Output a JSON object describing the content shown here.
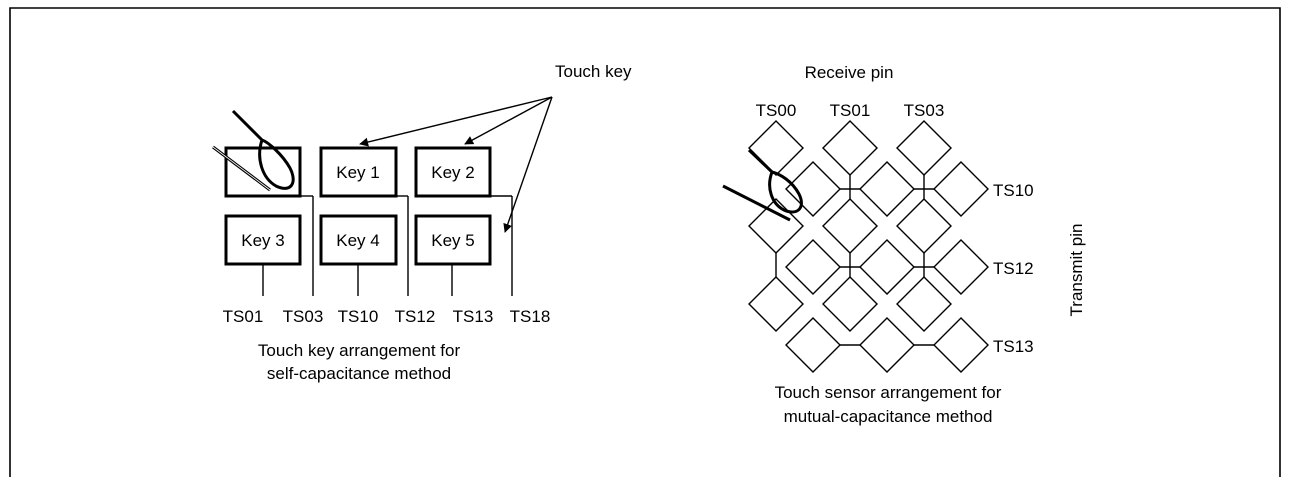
{
  "self_cap": {
    "touch_key_label": "Touch key",
    "keys": [
      "Key 1",
      "Key 2",
      "Key 3",
      "Key 4",
      "Key 5"
    ],
    "pins": [
      "TS01",
      "TS03",
      "TS10",
      "TS12",
      "TS13",
      "TS18"
    ],
    "caption_line1": "Touch key arrangement for",
    "caption_line2": "self-capacitance method"
  },
  "mutual_cap": {
    "receive_label": "Receive pin",
    "receive_pins": [
      "TS00",
      "TS01",
      "TS03"
    ],
    "transmit_pins": [
      "TS10",
      "TS12",
      "TS13"
    ],
    "transmit_label": "Transmit pin",
    "caption_line1": "Touch sensor arrangement for",
    "caption_line2": "mutual-capacitance method"
  }
}
